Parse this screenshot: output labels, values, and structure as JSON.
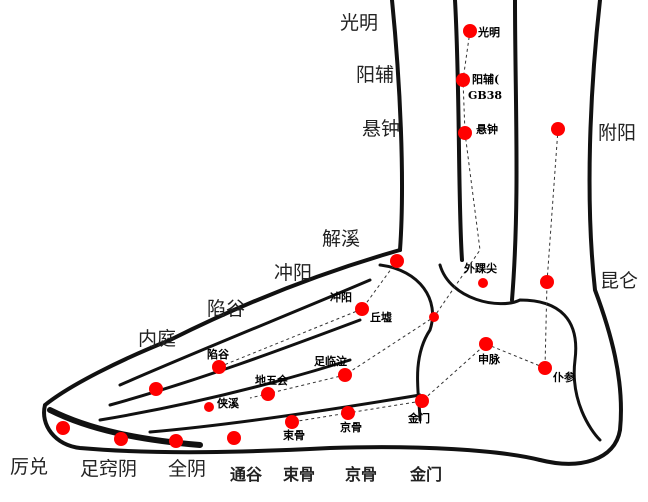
{
  "dot_color": "#ff0000",
  "large_labels": {
    "guangming": "光明",
    "yangfu": "阳辅",
    "xuanzhong": "悬钟",
    "fuyang": "附阳",
    "jiexi": "解溪",
    "chongyang": "冲阳",
    "xiangu": "陷谷",
    "neiting": "内庭",
    "kunlun": "昆仑",
    "lidui": "厉兑",
    "zuqiaoyin": "足窍阴",
    "zhiyin": "全阴",
    "tonggu": "通谷",
    "shugu": "束骨",
    "jinggu": "京骨",
    "jinmen": "金门"
  },
  "small_labels": {
    "guangming": "光明",
    "yangfu": "阳辅(",
    "yangfu_code": "GB38",
    "xuanzhong": "悬钟",
    "chongyang": "冲阳",
    "waihuaijian": "外踝尖",
    "qiuxu": "丘墟",
    "xiangu": "陷谷",
    "zulinqi": "足临泣",
    "shenmai": "申脉",
    "pucan": "仆参",
    "diwuhui": "地五会",
    "xiaxi": "侠溪",
    "jinmen": "金门",
    "jinggu": "京骨",
    "shugu": "束骨"
  }
}
